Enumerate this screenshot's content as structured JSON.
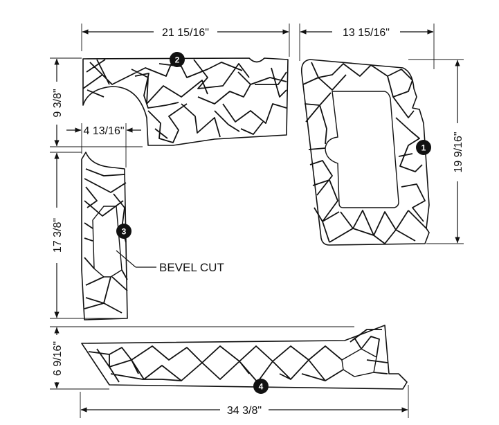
{
  "dimensions": {
    "piece2_width": "21 15/16\"",
    "piece1_width": "13 15/16\"",
    "piece2_height": "9 3/8\"",
    "piece3_width": "4 13/16\"",
    "piece1_height": "19 9/16\"",
    "piece3_height": "17 3/8\"",
    "piece4_height": "6 9/16\"",
    "piece4_width": "34 3/8\""
  },
  "callouts": {
    "bevel_cut": "BEVEL CUT"
  },
  "parts": {
    "p1": "1",
    "p2": "2",
    "p3": "3",
    "p4": "4"
  },
  "colors": {
    "line": "#111111",
    "badge": "#111111",
    "background": "#ffffff"
  }
}
